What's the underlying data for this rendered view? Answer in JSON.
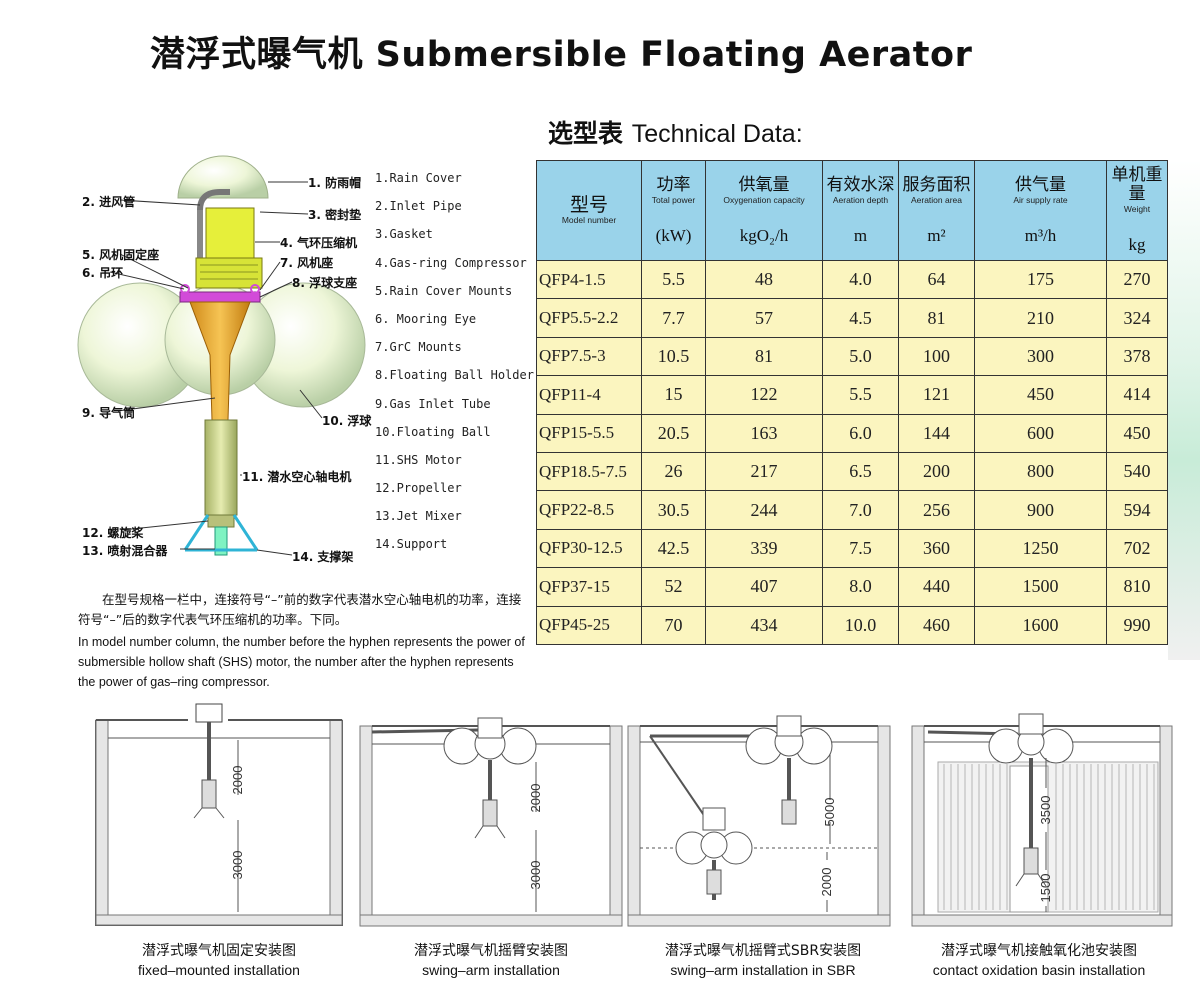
{
  "header": {
    "title": "潜浮式曝气机 Submersible Floating Aerator",
    "subtitle_cn": "选型表",
    "subtitle_en": "Technical Data:"
  },
  "callouts": [
    {
      "text": "1. 防雨帽"
    },
    {
      "text": "2. 进风管"
    },
    {
      "text": "3. 密封垫"
    },
    {
      "text": "4. 气环压缩机"
    },
    {
      "text": "5. 风机固定座"
    },
    {
      "text": "6. 吊环"
    },
    {
      "text": "7. 风机座"
    },
    {
      "text": "8. 浮球支座"
    },
    {
      "text": "9. 导气筒"
    },
    {
      "text": "10. 浮球"
    },
    {
      "text": "11. 潜水空心轴电机"
    },
    {
      "text": "12. 螺旋桨"
    },
    {
      "text": "13. 喷射混合器"
    },
    {
      "text": "14. 支撑架"
    }
  ],
  "legend": [
    "1.Rain Cover",
    "2.Inlet Pipe",
    "3.Gasket",
    "4.Gas-ring Compressor",
    "5.Rain Cover Mounts",
    "6. Mooring Eye",
    "7.GrC Mounts",
    "8.Floating Ball Holder",
    "9.Gas Inlet Tube",
    "10.Floating Ball",
    "11.SHS Motor",
    "12.Propeller",
    "13.Jet Mixer",
    "14.Support"
  ],
  "table": {
    "headers": [
      {
        "cn": "型号",
        "en": "Model number",
        "unit": ""
      },
      {
        "cn": "功率",
        "en": "Total power",
        "unit": "(kW)"
      },
      {
        "cn": "供氧量",
        "en": "Oxygenation capacity",
        "unit": "kgO₂/h"
      },
      {
        "cn": "有效水深",
        "en": "Aeration depth",
        "unit": "m"
      },
      {
        "cn": "服务面积",
        "en": "Aeration area",
        "unit": "m²"
      },
      {
        "cn": "供气量",
        "en": "Air supply rate",
        "unit": "m³/h"
      },
      {
        "cn": "单机重量",
        "en": "Weight",
        "unit": "kg"
      }
    ],
    "rows": [
      [
        "QFP4-1.5",
        "5.5",
        "48",
        "4.0",
        "64",
        "175",
        "270"
      ],
      [
        "QFP5.5-2.2",
        "7.7",
        "57",
        "4.5",
        "81",
        "210",
        "324"
      ],
      [
        "QFP7.5-3",
        "10.5",
        "81",
        "5.0",
        "100",
        "300",
        "378"
      ],
      [
        "QFP11-4",
        "15",
        "122",
        "5.5",
        "121",
        "450",
        "414"
      ],
      [
        "QFP15-5.5",
        "20.5",
        "163",
        "6.0",
        "144",
        "600",
        "450"
      ],
      [
        "QFP18.5-7.5",
        "26",
        "217",
        "6.5",
        "200",
        "800",
        "540"
      ],
      [
        "QFP22-8.5",
        "30.5",
        "244",
        "7.0",
        "256",
        "900",
        "594"
      ],
      [
        "QFP30-12.5",
        "42.5",
        "339",
        "7.5",
        "360",
        "1250",
        "702"
      ],
      [
        "QFP37-15",
        "52",
        "407",
        "8.0",
        "440",
        "1500",
        "810"
      ],
      [
        "QFP45-25",
        "70",
        "434",
        "10.0",
        "460",
        "1600",
        "990"
      ]
    ],
    "colors": {
      "header_bg": "#9ad3ea",
      "row_bg": "#fbf5bf"
    }
  },
  "notes": {
    "cn": "在型号规格一栏中，连接符号“–”前的数字代表潜水空心轴电机的功率，连接符号“–”后的数字代表气环压缩机的功率。下同。",
    "en": "In model number column, the number before the hyphen represents the power of submersible hollow shaft (SHS) motor, the number after the hyphen represents the power of gas–ring compressor."
  },
  "installations": [
    {
      "cn": "潜浮式曝气机固定安装图",
      "en": "fixed–mounted installation",
      "dims": [
        "2000",
        "3000"
      ]
    },
    {
      "cn": "潜浮式曝气机摇臂安装图",
      "en": "swing–arm installation",
      "dims": [
        "2000",
        "3000"
      ]
    },
    {
      "cn": "潜浮式曝气机摇臂式SBR安装图",
      "en": "swing–arm installation in SBR",
      "dims": [
        "5000",
        "2000"
      ]
    },
    {
      "cn": "潜浮式曝气机接触氧化池安装图",
      "en": "contact oxidation basin installation",
      "dims": [
        "3500",
        "1500"
      ]
    }
  ]
}
